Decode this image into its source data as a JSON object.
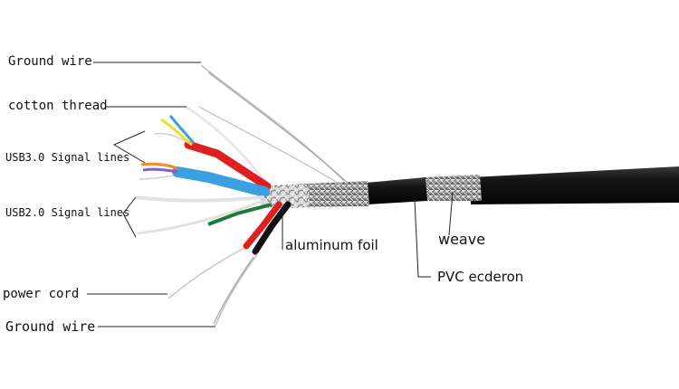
{
  "labels": {
    "ground_wire_top": "Ground wire",
    "cotton_thread": "cotton thread",
    "usb3_signal_lines": "USB3.0 Signal lines",
    "usb2_signal_lines": "USB2.0 Signal lines",
    "power_cord": "power cord",
    "ground_wire_bottom": "Ground wire",
    "aluminum_foil": "aluminum foil",
    "weave": "weave",
    "pvc_ecderon": "PVC ecderon"
  },
  "colors": {
    "jacket": "#141414",
    "braid": "#b8b8b8",
    "red": "#e02020",
    "blue": "#3aa0e0",
    "yellow": "#f0e020",
    "green": "#1f7a3a",
    "orange": "#f08a2a",
    "purple": "#8a5ac8",
    "black": "#111111",
    "silver": "#c8c8c8",
    "leader": "#222222"
  }
}
